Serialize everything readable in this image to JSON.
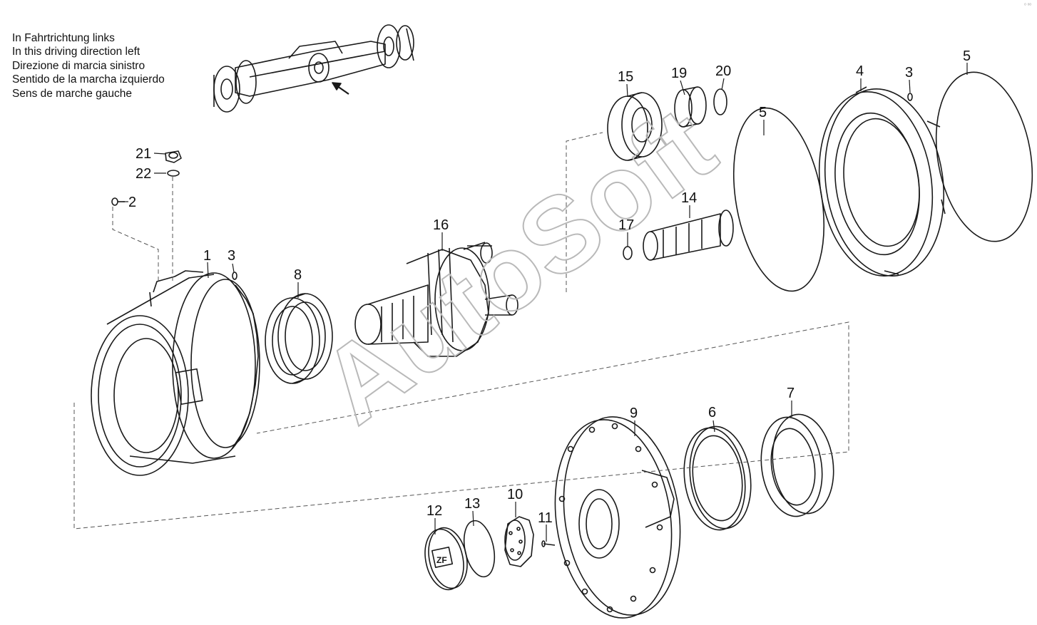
{
  "direction_note": [
    "In Fahrtrichtung links",
    "In this driving direction left",
    "Direzione di marcia sinistro",
    "Sentido de la marcha izquierdo",
    "Sens de marche gauche"
  ],
  "watermark": "AutoSoft",
  "parts": [
    {
      "num": "1"
    },
    {
      "num": "2"
    },
    {
      "num": "3"
    },
    {
      "num": "3"
    },
    {
      "num": "4"
    },
    {
      "num": "5"
    },
    {
      "num": "5"
    },
    {
      "num": "6"
    },
    {
      "num": "7"
    },
    {
      "num": "8"
    },
    {
      "num": "9"
    },
    {
      "num": "10"
    },
    {
      "num": "11"
    },
    {
      "num": "12"
    },
    {
      "num": "13"
    },
    {
      "num": "14"
    },
    {
      "num": "15"
    },
    {
      "num": "16"
    },
    {
      "num": "17"
    },
    {
      "num": "19"
    },
    {
      "num": "20"
    },
    {
      "num": "21"
    },
    {
      "num": "22"
    }
  ],
  "cover_logo": "ZF",
  "corner_mark": "ᵒ ᵒᵒ",
  "colors": {
    "line": "#1a1a1a",
    "leader": "#555555",
    "watermark": "#b9b9b9"
  }
}
